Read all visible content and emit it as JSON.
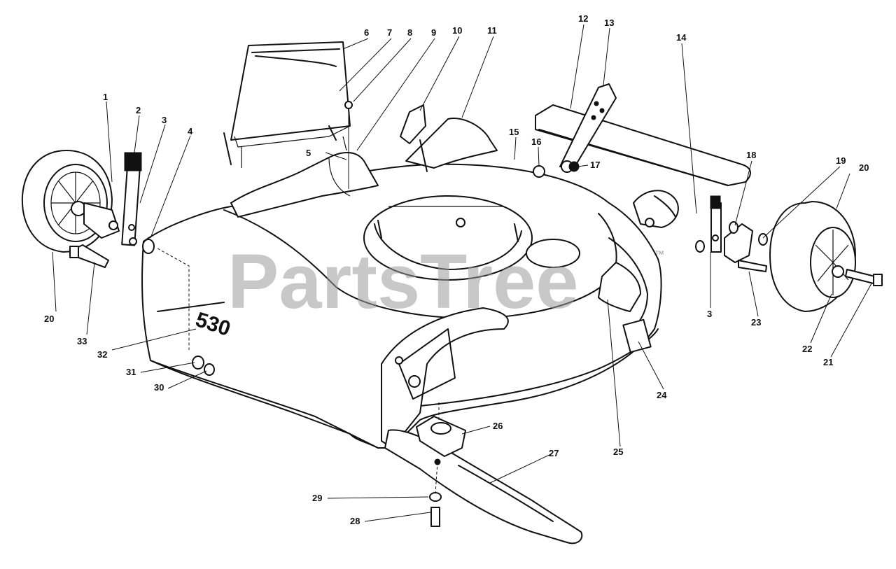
{
  "watermark": {
    "text": "PartsTree",
    "trademark": "™"
  },
  "model_marking": "530",
  "callouts": [
    "1",
    "2",
    "3",
    "4",
    "5",
    "6",
    "7",
    "8",
    "9",
    "10",
    "11",
    "12",
    "13",
    "14",
    "15",
    "16",
    "17",
    "18",
    "19",
    "20",
    "21",
    "22",
    "23",
    "24",
    "25",
    "26",
    "27",
    "28",
    "29",
    "30",
    "31",
    "32",
    "33"
  ]
}
